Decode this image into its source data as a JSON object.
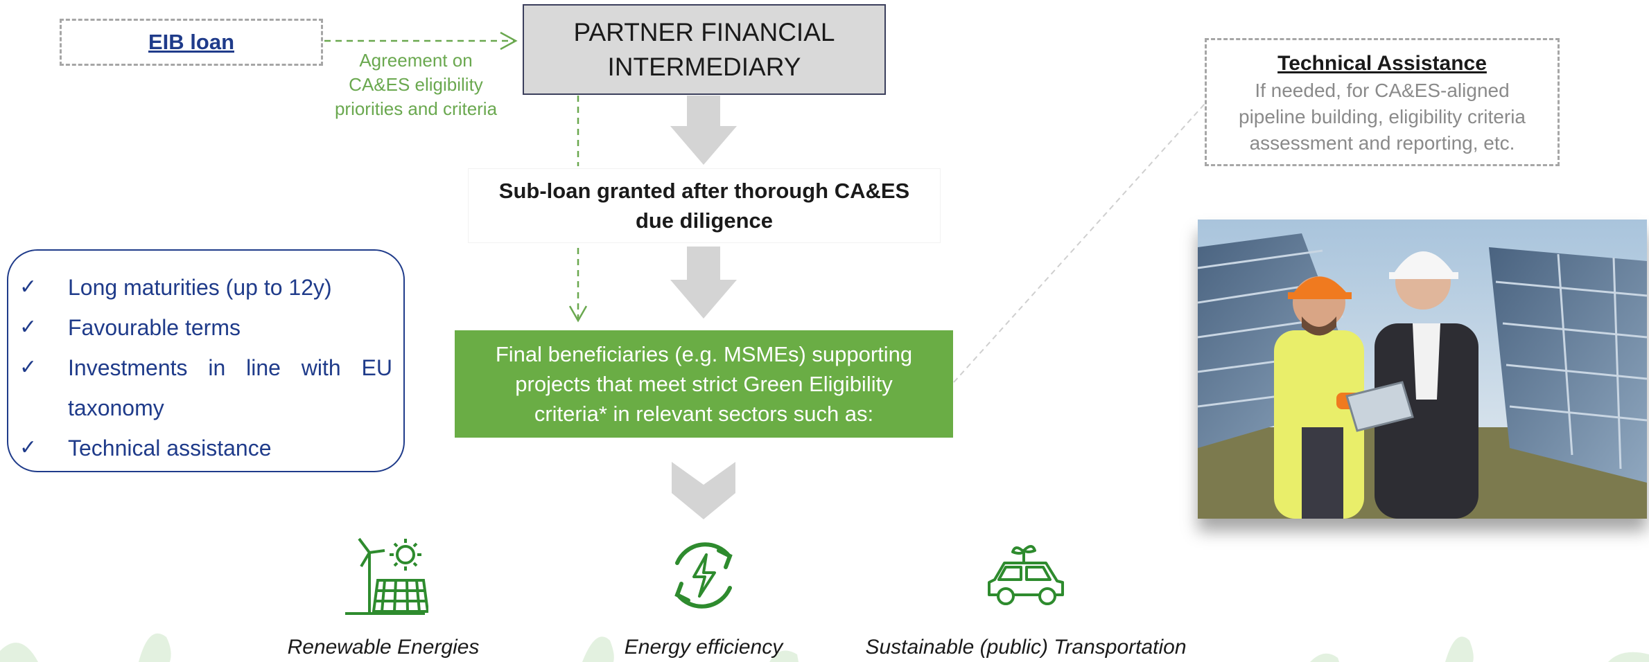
{
  "eib_loan": "EIB loan",
  "agreement": [
    "Agreement on",
    "CA&ES eligibility",
    "priorities and criteria"
  ],
  "pfi": [
    "PARTNER FINANCIAL",
    "INTERMEDIARY"
  ],
  "subloan": [
    "Sub-loan granted after thorough CA&ES",
    "due diligence"
  ],
  "final_beneficiaries": [
    "Final beneficiaries (e.g. MSMEs) supporting",
    "projects that meet strict Green Eligibility",
    "criteria* in relevant sectors such as:"
  ],
  "benefits": [
    "Long maturities (up to 12y)",
    "Favourable terms",
    "Investments in line with EU taxonomy",
    "Technical assistance"
  ],
  "technical_assistance": {
    "title": "Technical Assistance",
    "body": [
      "If needed, for CA&ES-aligned",
      "pipeline building, eligibility criteria",
      "assessment and reporting, etc."
    ]
  },
  "sectors": [
    {
      "label": "Renewable Energies",
      "icon": "renewable-energy-icon"
    },
    {
      "label": "Energy efficiency",
      "icon": "energy-efficiency-icon"
    },
    {
      "label": "Sustainable (public) Transportation",
      "icon": "green-car-icon"
    }
  ],
  "colors": {
    "green": "#6aad45",
    "navy": "#1f3b8a",
    "grey_box": "#d9d9d9",
    "arrow": "#d4d4d4"
  }
}
